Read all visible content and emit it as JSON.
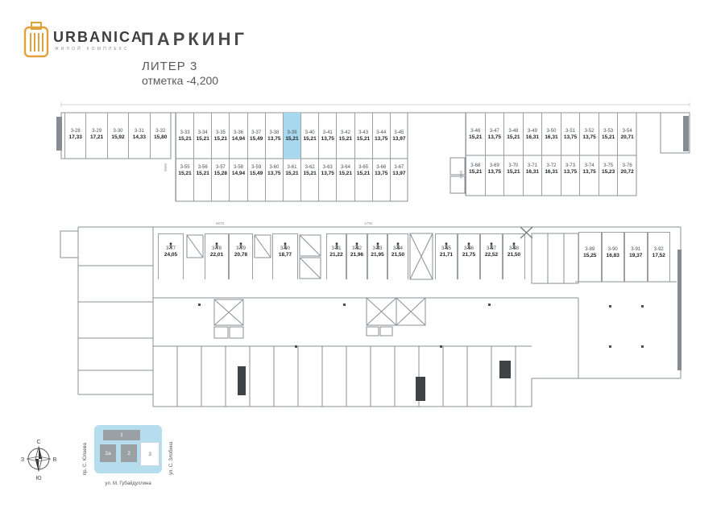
{
  "header": {
    "brand": "URBANICA",
    "brand_sub": "ЖИЛОЙ КОМПЛЕКС",
    "title": "ПАРКИНГ",
    "liter": "ЛИТЕР 3",
    "elevation": "отметка -4,200"
  },
  "plan": {
    "highlight_color": "#a9d9ef",
    "selected_stall": "3-39",
    "groups": [
      {
        "id": "bank-a",
        "stalls": [
          {
            "id": "3-28",
            "area": "17,33"
          },
          {
            "id": "3-29",
            "area": "17,21"
          },
          {
            "id": "3-30",
            "area": "15,92"
          },
          {
            "id": "3-31",
            "area": "14,33"
          },
          {
            "id": "3-32",
            "area": "15,80"
          }
        ]
      },
      {
        "id": "bank-b-top",
        "stalls": [
          {
            "id": "3-33",
            "area": "15,21"
          },
          {
            "id": "3-34",
            "area": "15,21"
          },
          {
            "id": "3-35",
            "area": "15,21"
          },
          {
            "id": "3-36",
            "area": "14,94"
          },
          {
            "id": "3-37",
            "area": "15,49"
          },
          {
            "id": "3-38",
            "area": "13,75"
          },
          {
            "id": "3-39",
            "area": "15,21",
            "highlight": true
          },
          {
            "id": "3-40",
            "area": "15,21"
          },
          {
            "id": "3-41",
            "area": "13,75"
          },
          {
            "id": "3-42",
            "area": "15,21"
          },
          {
            "id": "3-43",
            "area": "15,21"
          },
          {
            "id": "3-44",
            "area": "13,75"
          },
          {
            "id": "3-45",
            "area": "13,97"
          }
        ]
      },
      {
        "id": "bank-b-bottom",
        "stalls": [
          {
            "id": "3-55",
            "area": "15,21"
          },
          {
            "id": "3-56",
            "area": "15,21"
          },
          {
            "id": "3-57",
            "area": "15,28"
          },
          {
            "id": "3-58",
            "area": "14,94"
          },
          {
            "id": "3-59",
            "area": "15,49"
          },
          {
            "id": "3-60",
            "area": "13,75"
          },
          {
            "id": "3-61",
            "area": "15,21"
          },
          {
            "id": "3-62",
            "area": "15,21"
          },
          {
            "id": "3-63",
            "area": "13,75"
          },
          {
            "id": "3-64",
            "area": "15,21"
          },
          {
            "id": "3-65",
            "area": "15,21"
          },
          {
            "id": "3-66",
            "area": "13,75"
          },
          {
            "id": "3-67",
            "area": "13,97"
          }
        ]
      },
      {
        "id": "bank-c-top",
        "stalls": [
          {
            "id": "3-46",
            "area": "15,21"
          },
          {
            "id": "3-47",
            "area": "13,75"
          },
          {
            "id": "3-48",
            "area": "15,21"
          },
          {
            "id": "3-49",
            "area": "16,31"
          },
          {
            "id": "3-50",
            "area": "16,31"
          },
          {
            "id": "3-51",
            "area": "13,75"
          },
          {
            "id": "3-52",
            "area": "13,75"
          },
          {
            "id": "3-53",
            "area": "15,21"
          },
          {
            "id": "3-54",
            "area": "20,71"
          }
        ]
      },
      {
        "id": "bank-c-bottom",
        "stalls": [
          {
            "id": "3-68",
            "area": "15,21"
          },
          {
            "id": "3-69",
            "area": "13,75"
          },
          {
            "id": "3-70",
            "area": "15,21"
          },
          {
            "id": "3-71",
            "area": "16,31"
          },
          {
            "id": "3-72",
            "area": "16,31"
          },
          {
            "id": "3-73",
            "area": "13,75"
          },
          {
            "id": "3-74",
            "area": "13,75"
          },
          {
            "id": "3-75",
            "area": "15,23"
          },
          {
            "id": "3-76",
            "area": "20,72"
          }
        ]
      },
      {
        "id": "bank-mid",
        "stalls": [
          {
            "id": "3-77",
            "area": "24,05",
            "icon": true
          },
          {
            "id": "3-78",
            "area": "22,01",
            "icon": true
          },
          {
            "id": "3-79",
            "area": "20,78",
            "icon": true
          },
          {
            "id": "3-80",
            "area": "18,77",
            "icon": true
          },
          {
            "id": "3-81",
            "area": "21,22",
            "icon": true
          },
          {
            "id": "3-82",
            "area": "21,96",
            "icon": true
          },
          {
            "id": "3-83",
            "area": "21,95",
            "icon": true
          },
          {
            "id": "3-84",
            "area": "21,50",
            "icon": true
          },
          {
            "id": "3-85",
            "area": "21,71",
            "icon": true
          },
          {
            "id": "3-86",
            "area": "21,75",
            "icon": true
          },
          {
            "id": "3-87",
            "area": "22,52",
            "icon": true
          },
          {
            "id": "3-88",
            "area": "21,50",
            "icon": true
          }
        ]
      },
      {
        "id": "bank-right",
        "stalls": [
          {
            "id": "3-89",
            "area": "15,25"
          },
          {
            "id": "3-90",
            "area": "16,83"
          },
          {
            "id": "3-91",
            "area": "19,37"
          },
          {
            "id": "3-92",
            "area": "17,52"
          }
        ]
      }
    ],
    "dims": [
      {
        "text": "3600"
      },
      {
        "text": "8675"
      },
      {
        "text": "1700"
      },
      {
        "text": "2800"
      }
    ]
  },
  "compass": {
    "north": "С",
    "east": "В",
    "south": "Ю",
    "west": "З"
  },
  "sitemap": {
    "blocks": [
      {
        "id": "1",
        "label": "1"
      },
      {
        "id": "2a",
        "label": "2а"
      },
      {
        "id": "2",
        "label": "2"
      },
      {
        "id": "3",
        "label": "3",
        "active": true
      }
    ],
    "street_left": "пр. С. Юлаева",
    "street_right": "ул. С. Злобина",
    "street_bottom": "ул. М. Губайдуллина"
  }
}
